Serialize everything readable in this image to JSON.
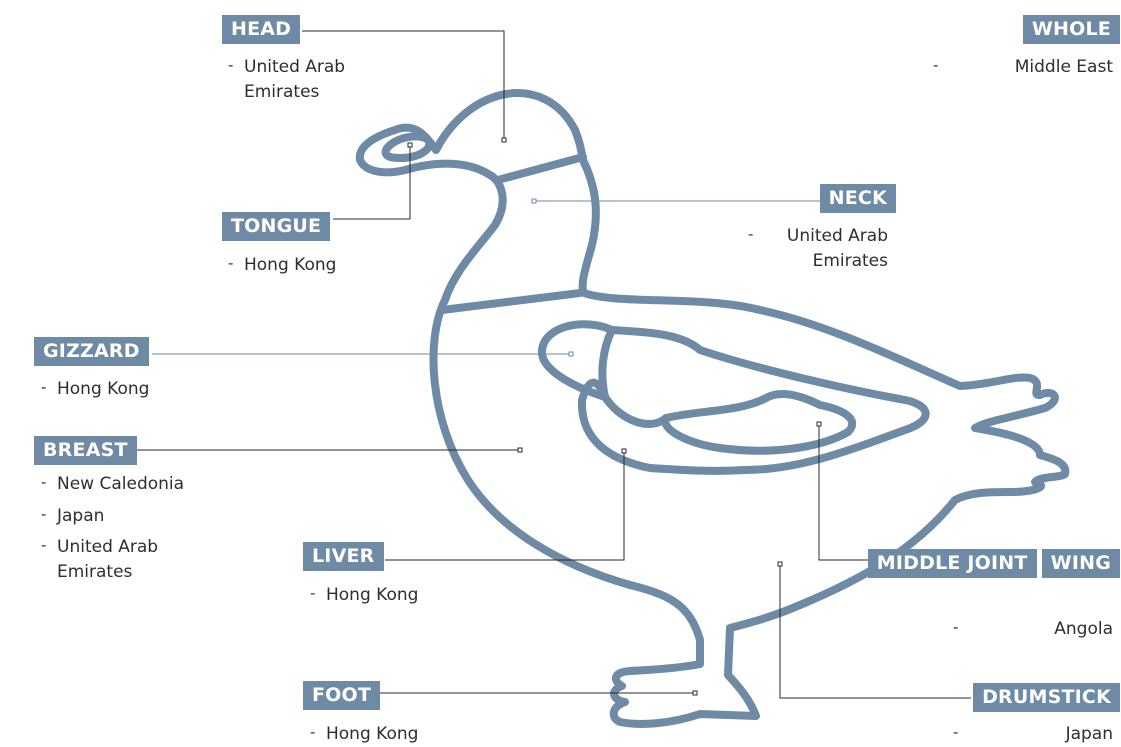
{
  "colors": {
    "outline": "#6e8aa5",
    "label_bg": "#6e8aa5",
    "label_text": "#ffffff",
    "leader": "#2a2a2a",
    "body_text": "#2e2e2e"
  },
  "labels": {
    "head": {
      "title": "HEAD",
      "origins": [
        "United Arab Emirates"
      ]
    },
    "tongue": {
      "title": "TONGUE",
      "origins": [
        "Hong Kong"
      ]
    },
    "gizzard": {
      "title": "GIZZARD",
      "origins": [
        "Hong Kong"
      ]
    },
    "breast": {
      "title": "BREAST",
      "origins": [
        "New Caledonia",
        "Japan",
        "United Arab Emirates"
      ]
    },
    "liver": {
      "title": "LIVER",
      "origins": [
        "Hong Kong"
      ]
    },
    "foot": {
      "title": "FOOT",
      "origins": [
        "Hong Kong"
      ]
    },
    "whole": {
      "title": "WHOLE",
      "origins": [
        "Middle East"
      ]
    },
    "neck": {
      "title": "NECK",
      "origins": [
        "United Arab Emirates"
      ]
    },
    "wing": {
      "title_line1": "MIDDLE JOINT",
      "title_line2": "WING",
      "origins": [
        "Angola"
      ]
    },
    "drumstick": {
      "title": "DRUMSTICK",
      "origins": [
        "Japan"
      ]
    }
  }
}
